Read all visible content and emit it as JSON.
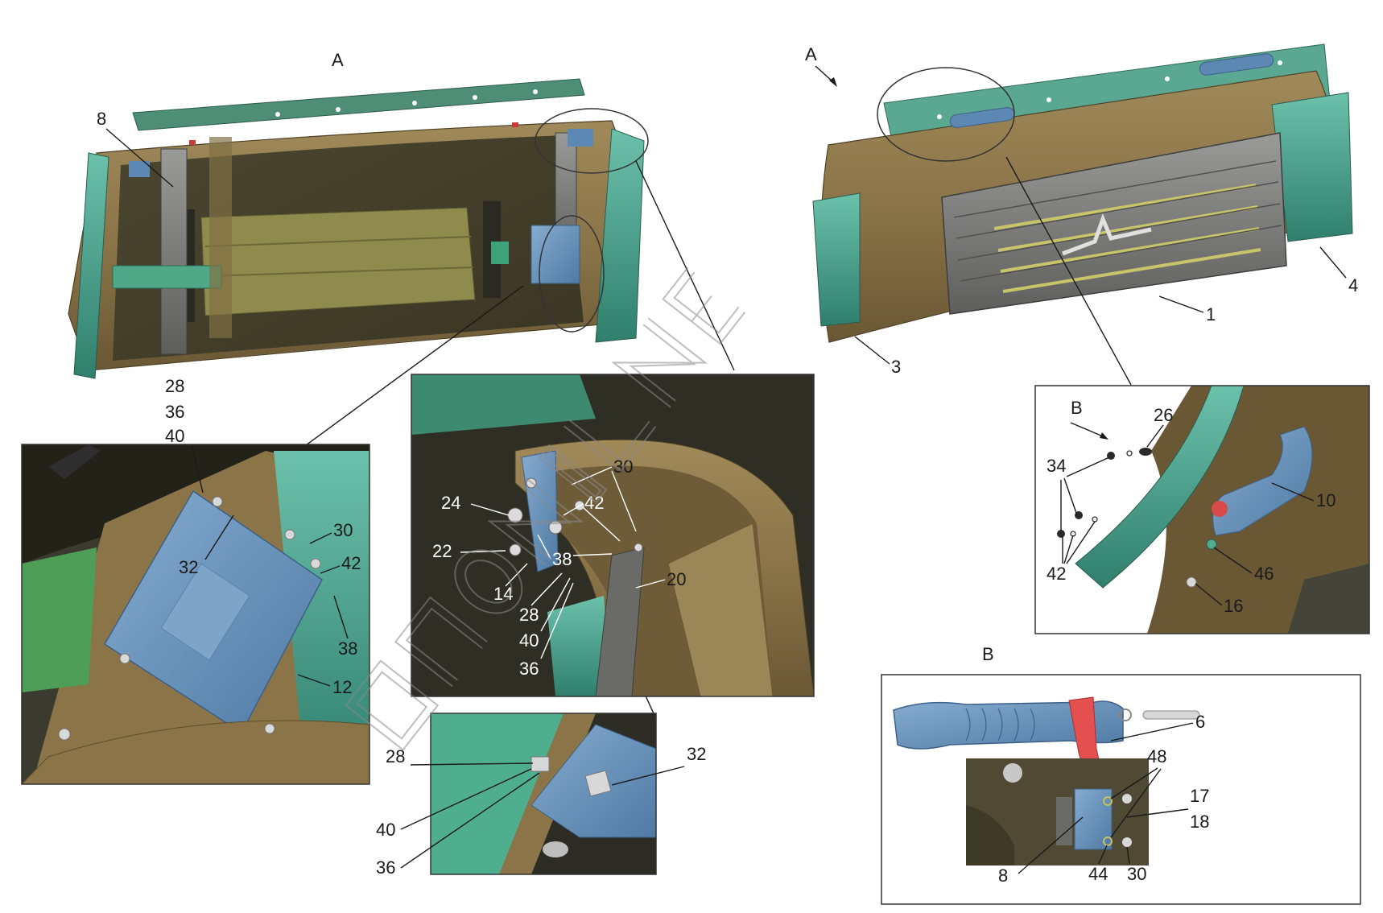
{
  "labels": {
    "view_a_title": "А",
    "view_a_arrow": "А",
    "view_b_arrow": "В",
    "view_b_title": "В",
    "top_left_8": "8",
    "main_1": "1",
    "main_3": "3",
    "main_4": "4",
    "bl_stack_28": "28",
    "bl_stack_36": "36",
    "bl_stack_40": "40",
    "bl_30": "30",
    "bl_32": "32",
    "bl_42": "42",
    "bl_38": "38",
    "bl_12": "12",
    "mid_30": "30",
    "mid_24": "24",
    "mid_42": "42",
    "mid_22": "22",
    "mid_38": "38",
    "mid_14": "14",
    "mid_28": "28",
    "mid_20": "20",
    "mid_40": "40",
    "mid_36": "36",
    "sm_28": "28",
    "sm_32": "32",
    "sm_40": "40",
    "sm_36": "36",
    "r_26": "26",
    "r_34": "34",
    "r_10": "10",
    "r_42": "42",
    "r_46": "46",
    "r_16": "16",
    "b_6": "6",
    "b_48": "48",
    "b_17": "17",
    "b_18": "18",
    "b_8": "8",
    "b_44": "44",
    "b_30": "30"
  },
  "watermark": "АСПАЛИНЕ",
  "colors": {
    "cab_bronze": "#8a7448",
    "cab_dark": "#5e4d2c",
    "teal": "#3f9a86",
    "teal_light": "#5fb8a2",
    "blue_part": "#5a86b0",
    "grille_gray": "#7a7a7a",
    "red_strap": "#d9605a",
    "olive_panel": "#8c8a4a"
  }
}
